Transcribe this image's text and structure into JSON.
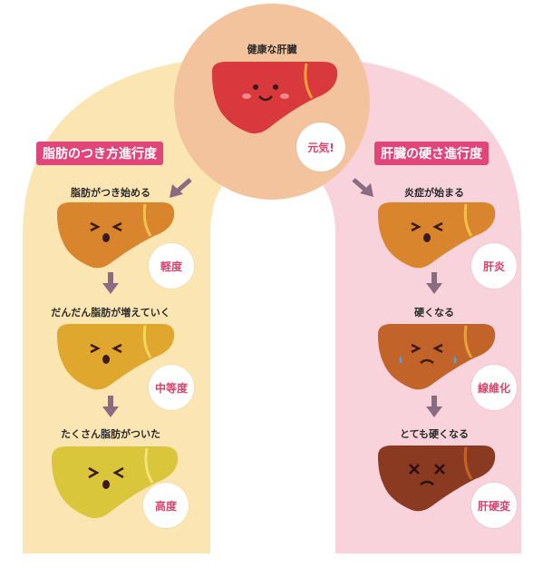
{
  "top": {
    "label": "健康な肝臓",
    "badge": "元気!"
  },
  "left": {
    "header": "脂肪のつき方進行度",
    "steps": [
      {
        "label": "脂肪がつき始める",
        "badge": "軽度"
      },
      {
        "label": "だんだん脂肪が増えていく",
        "badge": "中等度"
      },
      {
        "label": "たくさん脂肪がついた",
        "badge": "高度"
      }
    ]
  },
  "right": {
    "header": "肝臓の硬さ進行度",
    "steps": [
      {
        "label": "炎症が始まる",
        "badge": "肝炎"
      },
      {
        "label": "硬くなる",
        "badge": "線維化"
      },
      {
        "label": "とても硬くなる",
        "badge": "肝硬変"
      }
    ]
  },
  "colors": {
    "left_band": "#fbe6b3",
    "right_band": "#f8d3dc",
    "top_circle": "#f3c39e",
    "header_bg": "#e0467a",
    "badge_text": "#d9436b",
    "arrow": "#8a6b7f"
  }
}
